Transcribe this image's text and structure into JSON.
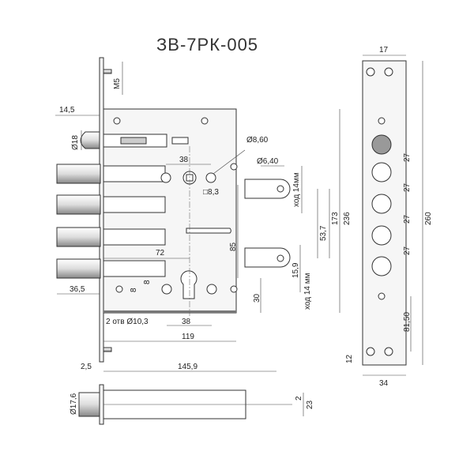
{
  "title": "ЗВ-7РК-005",
  "dims": {
    "m5": "M5",
    "d14_5": "14,5",
    "dia18": "Ø18",
    "d38_top": "38",
    "dia8_60": "Ø8,60",
    "dia6_40": "Ø6,40",
    "sq8_3": "□8,3",
    "stroke_top": "ход 14мм",
    "d236": "236",
    "d173": "173",
    "d53_7": "53,7",
    "d85": "85",
    "d72": "72",
    "d8a": "8",
    "d8b": "8",
    "d15_9": "15,9",
    "stroke_bottom": "ход 14 мм",
    "d30": "30",
    "d36_5": "36,5",
    "holes": "2 отв Ø10,3",
    "d38_bottom": "38",
    "d119": "119",
    "d2_5": "2,5",
    "d145_9": "145,9",
    "dia17_6": "Ø17,6",
    "d2": "2",
    "d23": "23",
    "plate_17": "17",
    "plate_27": [
      "27",
      "27",
      "27",
      "27"
    ],
    "plate_260": "260",
    "plate_81_50": "81,50",
    "plate_12": "12",
    "plate_34": "34"
  }
}
